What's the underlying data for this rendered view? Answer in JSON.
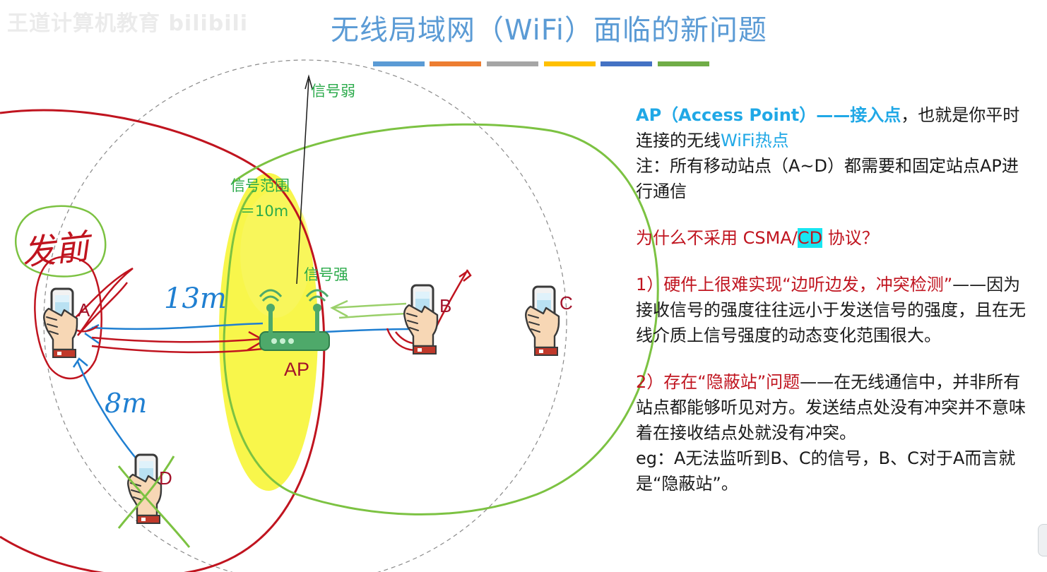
{
  "watermark": "王道计算机教育 bilibili",
  "title": "无线局域网（WiFi）面临的新问题",
  "colors": {
    "title": "#5b9bd5",
    "accent_bars": [
      "#5b9bd5",
      "#ed7d31",
      "#a5a5a5",
      "#ffc000",
      "#4472c4",
      "#70ad47"
    ],
    "ap_highlight": "#18e6f2",
    "red_text": "#c0141f",
    "blue_text": "#20a8e6"
  },
  "diagram": {
    "range_circle": "dashed",
    "stations": {
      "a": "A",
      "b": "B",
      "c": "C",
      "d": "D"
    },
    "ap_label": "AP",
    "signal_weak": "信号弱",
    "signal_range_1": "信号范围",
    "signal_range_2": "＝10m",
    "signal_strong": "信号强",
    "handwriting": {
      "sending": "发前",
      "dist_13": "13m",
      "dist_8": "8m"
    },
    "icons": [
      "phone-icon",
      "wifi-router-icon"
    ]
  },
  "panel": {
    "p1": {
      "a": "AP（Access Point）——接入点",
      "b": "，也就是你平时连接的无线",
      "c": "WiFi热点"
    },
    "p2": "注：所有移动站点（A~D）都需要和固定站点AP进行通信",
    "q": {
      "a": "为什么不采用 CSMA/",
      "b": "CD",
      "c": " 协议？"
    },
    "r1": {
      "a": "1）硬件上很难实现“边听边发，冲突检测”",
      "b": "——因为接收信号的强度往往远小于发送信号的强度，且在无线介质上信号强度的动态变化范围很大。"
    },
    "r2": {
      "a": "2）存在“隐蔽站”问题",
      "b": "——在无线通信中，并非所有站点都能够听见对方。发送结点处没有冲突并不意味着在接收结点处就没有冲突。"
    },
    "eg": "eg：A无法监听到B、C的信号，B、C对于A而言就是“隐蔽站”。"
  }
}
